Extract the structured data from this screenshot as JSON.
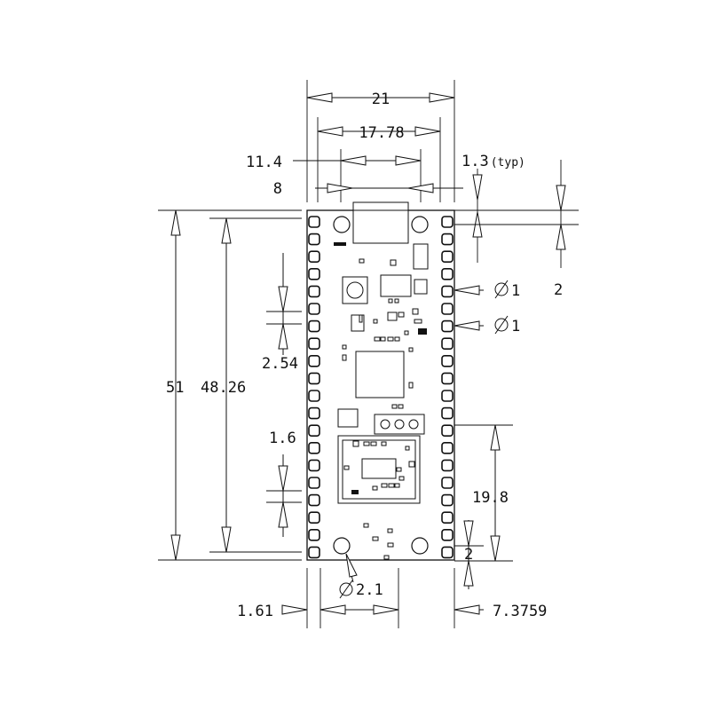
{
  "drawing": {
    "dimensions": {
      "overall_width": "21",
      "pin_row_spacing": "17.78",
      "usb_width": "11.4",
      "usb_offset": "8",
      "edge_clearance": "1.3",
      "edge_clearance_note": "(typ)",
      "top_hole_offset": "2",
      "hole_diameter_1": "1",
      "hole_diameter_2": "1",
      "overall_length": "51",
      "pin_row_length": "48.26",
      "pin_pitch": "2.54",
      "pad_height": "1.6",
      "module_offset": "19.8",
      "bottom_hole_offset": "2",
      "mount_hole_diameter": "2.1",
      "left_pad_offset": "1.61",
      "right_module_offset": "7.3759"
    },
    "symbols": {
      "diameter": "Ø"
    }
  }
}
